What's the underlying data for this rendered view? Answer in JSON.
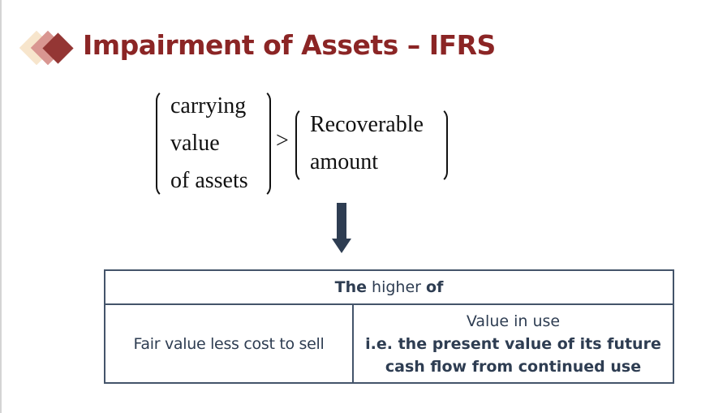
{
  "slide": {
    "title": "Impairment of Assets – IFRS",
    "colors": {
      "title": "#8b2525",
      "diamond_light": "#f7e5cc",
      "diamond_mid": "#d99691",
      "diamond_dark": "#943634",
      "table_text": "#2e3d52",
      "table_border": "#44546a"
    }
  },
  "formula": {
    "lhs": [
      "carrying",
      "value",
      "of assets"
    ],
    "operator": ">",
    "rhs": [
      "Recoverable",
      "amount"
    ]
  },
  "arrow": {
    "icon": "down-arrow-icon"
  },
  "table": {
    "header": {
      "part1": "The",
      "part2": " higher ",
      "part3": "of"
    },
    "left_cell": "Fair value less cost to sell",
    "right_cell": {
      "title": "Value in use",
      "line1": "i.e. the present value of its future",
      "line2": "cash flow from continued use"
    }
  }
}
